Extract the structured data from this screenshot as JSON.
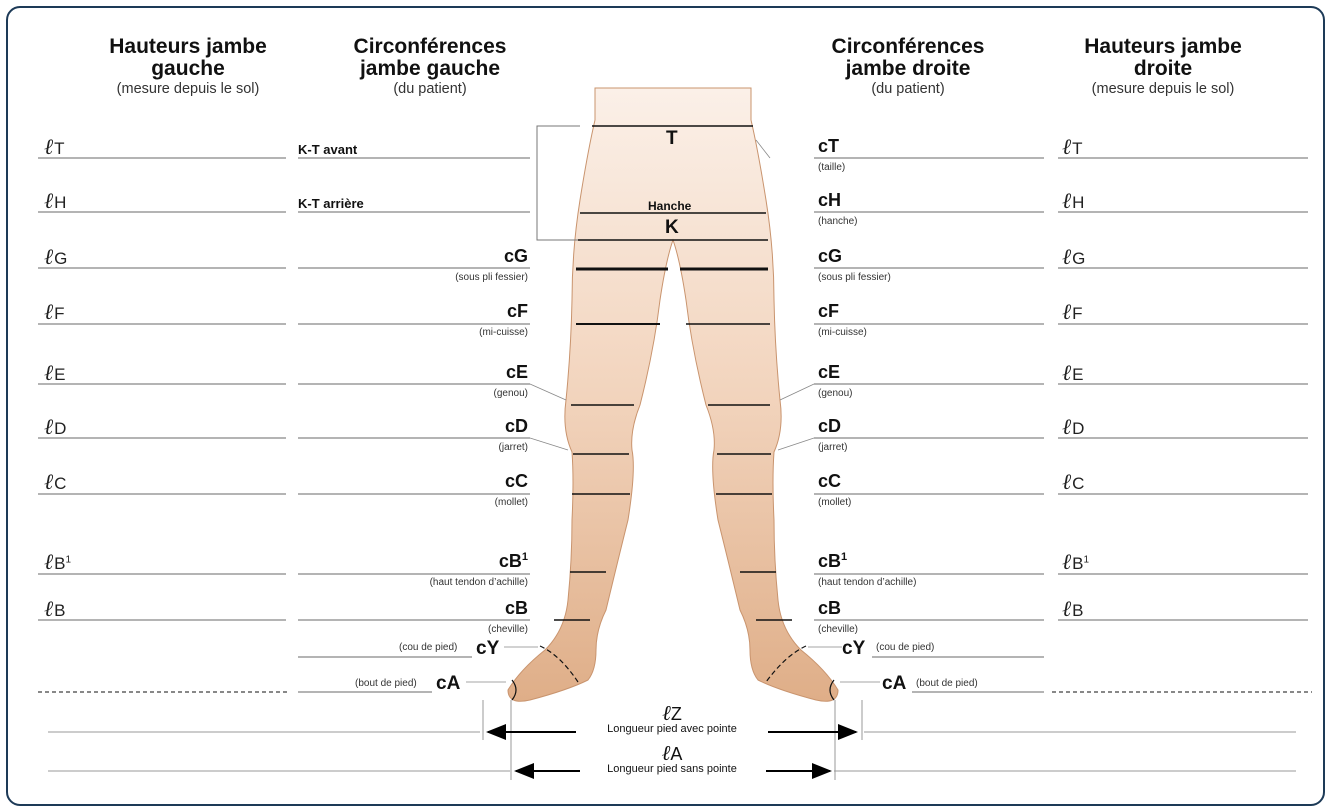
{
  "headers": {
    "left_heights": {
      "title": "Hauteurs jambe gauche",
      "subtitle": "(mesure depuis le sol)"
    },
    "left_circ": {
      "title": "Circonférences jambe gauche",
      "subtitle": "(du patient)"
    },
    "right_circ": {
      "title": "Circonférences jambe droite",
      "subtitle": "(du patient)"
    },
    "right_heights": {
      "title": "Hauteurs jambe droite",
      "subtitle": "(mesure depuis le sol)"
    }
  },
  "height_labels": [
    "T",
    "H",
    "G",
    "F",
    "E",
    "D",
    "C",
    "B",
    "B"
  ],
  "height_sup": [
    "",
    "",
    "",
    "",
    "",
    "",
    "",
    "1",
    ""
  ],
  "left_kt": {
    "front": "K-T avant",
    "back": "K-T arrière"
  },
  "circumferences": [
    {
      "code": "cT",
      "sup": "",
      "desc": "(taille)"
    },
    {
      "code": "cH",
      "sup": "",
      "desc": "(hanche)"
    },
    {
      "code": "cG",
      "sup": "",
      "desc": "(sous pli fessier)"
    },
    {
      "code": "cF",
      "sup": "",
      "desc": "(mi-cuisse)"
    },
    {
      "code": "cE",
      "sup": "",
      "desc": "(genou)"
    },
    {
      "code": "cD",
      "sup": "",
      "desc": "(jarret)"
    },
    {
      "code": "cC",
      "sup": "",
      "desc": "(mollet)"
    },
    {
      "code": "cB",
      "sup": "1",
      "desc": "(haut tendon d’achille)"
    },
    {
      "code": "cB",
      "sup": "",
      "desc": "(cheville)"
    }
  ],
  "foot": {
    "cY": "cY",
    "cY_desc": "(cou de pied)",
    "cA": "cA",
    "cA_desc": "(bout de pied)"
  },
  "figure": {
    "T": "T",
    "hanche": "Hanche",
    "K": "K"
  },
  "lengths": {
    "lZ_letter": "Z",
    "lZ_desc": "Longueur pied avec pointe",
    "lA_letter": "A",
    "lA_desc": "Longueur pied sans pointe"
  },
  "colors": {
    "frame": "#1d3a57",
    "skin_top": "#fbeee4",
    "skin_bottom": "#e2b48f",
    "outline": "#c9946e"
  }
}
